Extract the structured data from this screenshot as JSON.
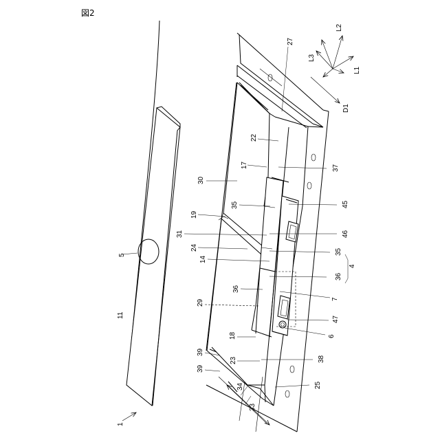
{
  "figure": {
    "title": "図2"
  },
  "labels": {
    "n27": "27",
    "n22": "22",
    "n17": "17",
    "n37": "37",
    "n30": "30",
    "n35a": "35",
    "n45": "45",
    "n19": "19",
    "n31": "31",
    "n46": "46",
    "n24": "24",
    "n35b": "35",
    "n14": "14",
    "n4": "4",
    "n36a": "36",
    "n36b": "36",
    "n7": "7",
    "n29": "29",
    "n47": "47",
    "n6": "6",
    "n18": "18",
    "n39a": "39",
    "n39b": "39",
    "n23": "23",
    "n38": "38",
    "n34": "34",
    "n25": "25",
    "n33": "33",
    "n1": "1",
    "n5": "5",
    "n11": "11",
    "L1": "L1",
    "L2": "L2",
    "L3": "L3",
    "D1": "D1"
  }
}
